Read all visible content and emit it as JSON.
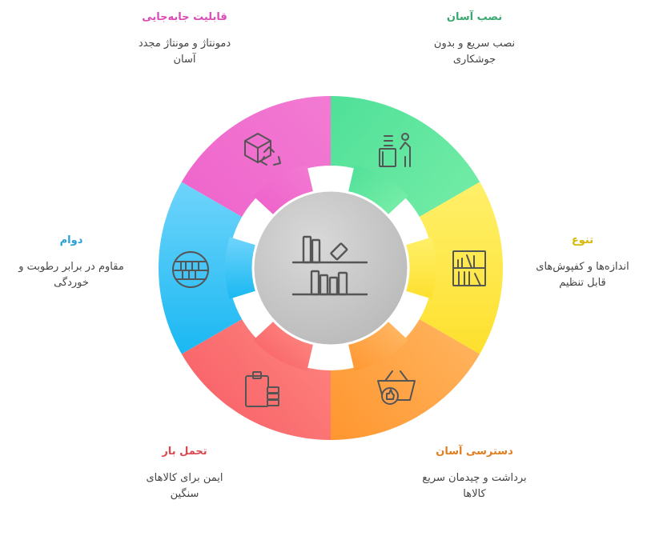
{
  "colors": {
    "background": "#ffffff",
    "hub": "#c8c8c8",
    "icon_stroke": "#555555",
    "ring_gap": "#ffffff"
  },
  "segments": [
    {
      "id": "easy-install",
      "title": "نصب آسان",
      "description_line1": "نصب سریع و بدون",
      "description_line2": "جوشکاری",
      "color": "#5ee39a",
      "title_color": "#3aa971",
      "icon": "desk-person-icon"
    },
    {
      "id": "variety",
      "title": "تنوع",
      "description_line1": "اندازه‌ها و کفپوش‌های",
      "description_line2": "قابل تنظیم",
      "color": "#fdea52",
      "title_color": "#d8b700",
      "icon": "shelf-books-icon"
    },
    {
      "id": "easy-access",
      "title": "دسترسی آسان",
      "description_line1": "برداشت و چیدمان سریع",
      "description_line2": "کالاها",
      "color": "#ffa24d",
      "title_color": "#e07e20",
      "icon": "basket-thumb-icon"
    },
    {
      "id": "load-bearing",
      "title": "تحمل بار",
      "description_line1": "ایمن برای کالاهای",
      "description_line2": "سنگین",
      "color": "#fb6f6f",
      "title_color": "#d9484f",
      "icon": "clipboard-stack-icon"
    },
    {
      "id": "durability",
      "title": "دوام",
      "description_line1": "مقاوم در برابر رطوبت و",
      "description_line2": "خوردگی",
      "color": "#39c2f5",
      "title_color": "#2b9fd6",
      "icon": "shelf-circle-icon"
    },
    {
      "id": "portability",
      "title": "قابلیت جابه‌جایی",
      "description_line1": "دمونتاژ و مونتاژ مجدد",
      "description_line2": "آسان",
      "color": "#ef62c9",
      "title_color": "#d94ab6",
      "icon": "box-recycle-icon"
    }
  ],
  "hub": {
    "icon": "bookshelf-icon"
  }
}
